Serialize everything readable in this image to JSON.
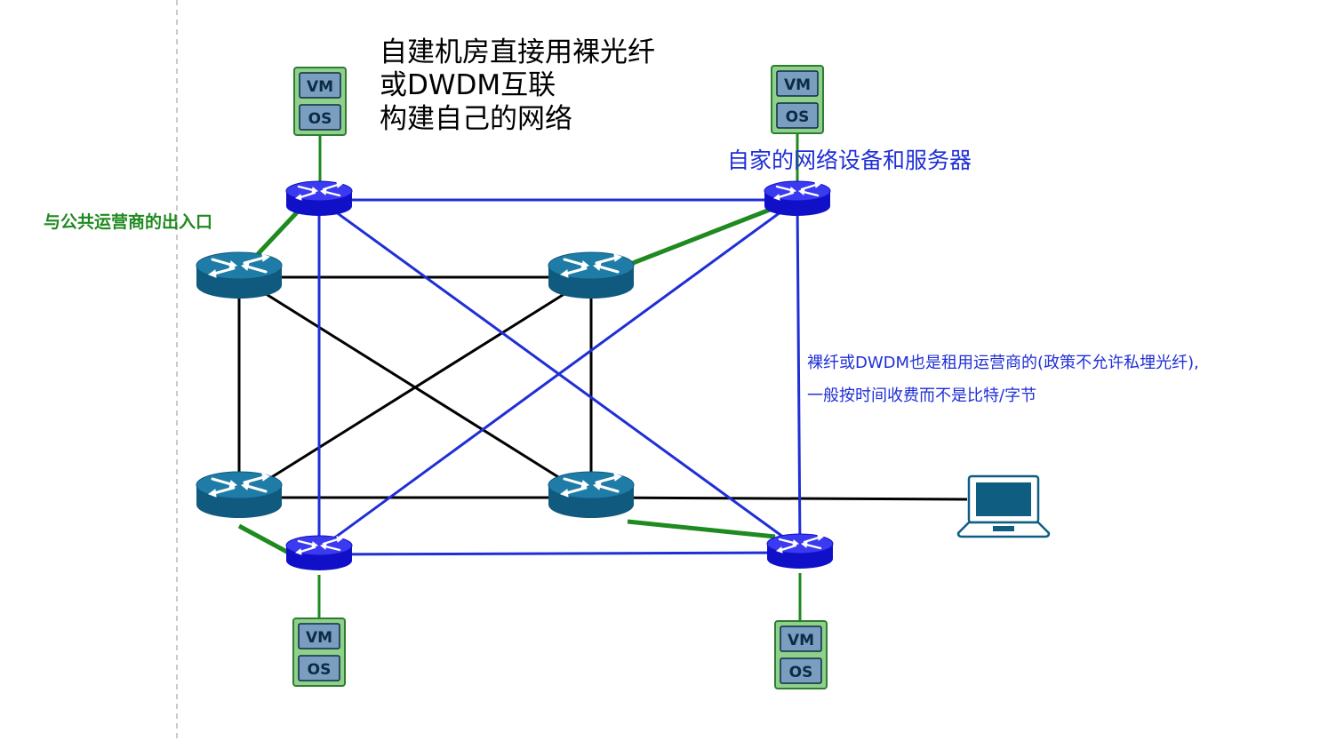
{
  "title_lines": [
    "自建机房直接用裸光纤",
    "或DWDM互联",
    "构建自己的网络"
  ],
  "label_own_network": "自家的网络设备和服务器",
  "label_public_gateway": "与公共运营商的出入口",
  "note_lines": [
    "裸纤或DWDM也是租用运营商的(政策不允许私埋光纤),",
    "一般按时间收费而不是比特/字节"
  ],
  "server_labels": {
    "vm": "VM",
    "os": "OS"
  },
  "colors": {
    "own_link": "#1f2fd6",
    "provider_link": "#000000",
    "gateway_link": "#1f8a1f",
    "provider_router": "#156a92",
    "own_router": "#1818e0",
    "server_fill": "#8fd08a",
    "server_border": "#2e7d32",
    "label_blue": "#1f2fd6",
    "label_green": "#1f8a1f",
    "dashed_divider": "#b8b8b8",
    "laptop": "#0f5e82"
  },
  "icons": {
    "provider_router": "router-icon",
    "own_router": "router-icon",
    "server": "server-stack-icon",
    "client": "laptop-icon"
  }
}
